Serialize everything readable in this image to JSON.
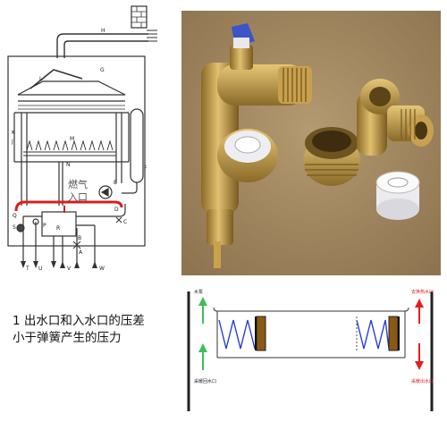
{
  "schematic": {
    "labels": {
      "A": "A",
      "B": "B",
      "C": "C",
      "D": "D",
      "E": "E",
      "F": "F",
      "G": "G",
      "H": "H",
      "J": "J",
      "K": "K",
      "L": "L",
      "M": "M",
      "N": "N",
      "P": "P",
      "Q": "Q",
      "R": "R",
      "S": "S",
      "T": "T",
      "U": "U",
      "V": "V",
      "W": "W"
    },
    "gas_inlet_line1": "燃气",
    "gas_inlet_line2": "入口"
  },
  "caption": {
    "line1": "1  出水口和入水口的压差",
    "line2": "小于弹簧产生的压力"
  },
  "valve_diagram": {
    "top_left_label": "水泵",
    "bottom_left_label": "采暖回水口",
    "top_right_label": "去换热水口",
    "bottom_right_label": "采暖出水口"
  },
  "colors": {
    "gas_pipe": "#d22020",
    "arrow_green": "#3cc05a",
    "arrow_red": "#e02020",
    "spring": "#2a3fd0",
    "piston": "#8a5a14",
    "photo_background": "#a98c62",
    "brass": "#c9a24a"
  }
}
